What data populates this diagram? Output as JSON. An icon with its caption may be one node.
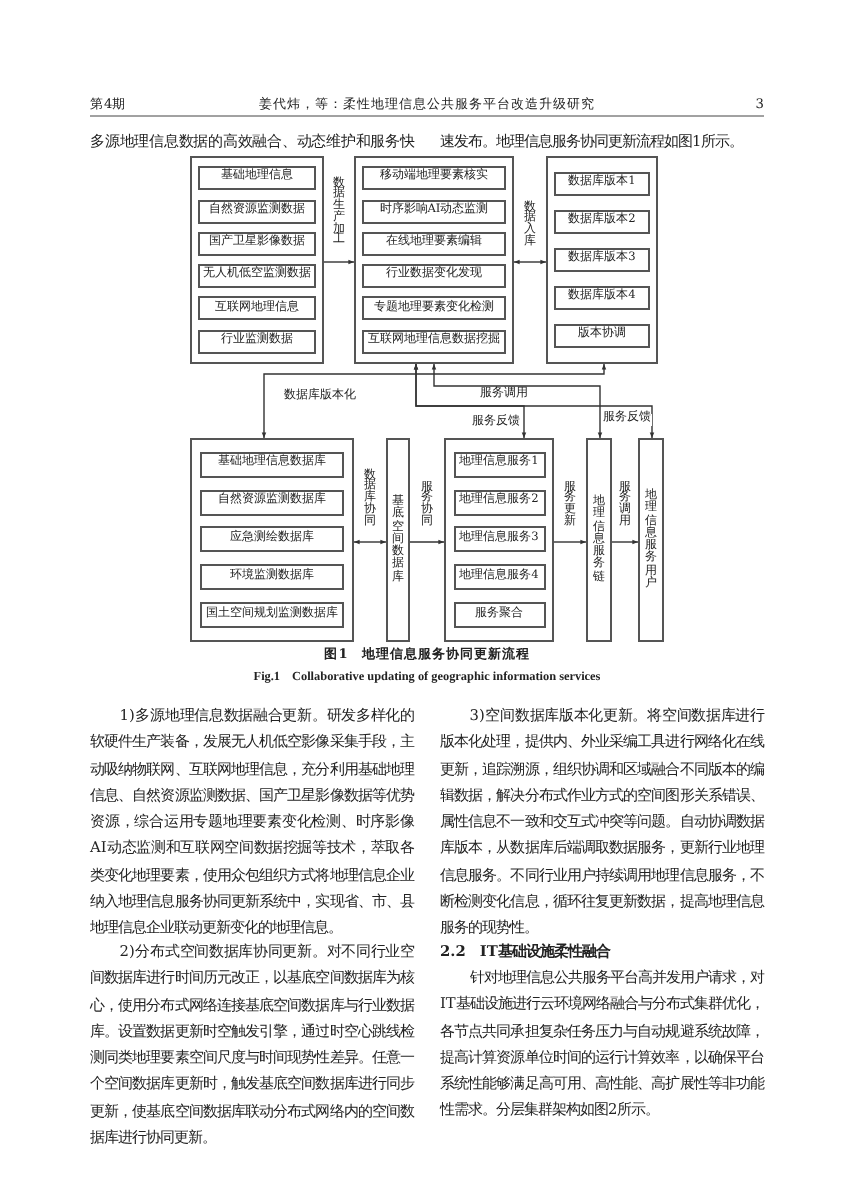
{
  "diagram": {
    "caption": "图1　地理信息服务协同更新流程",
    "nodes": [
      {
        "text": [],
        "shape": "box"
      },
      {
        "text": [
          "基础地理信息"
        ],
        "in": 0
      },
      {
        "text": [
          "自然资源监测数据"
        ],
        "in": 0
      },
      {
        "text": [
          "国产卫星影像数据"
        ],
        "in": 0
      },
      {
        "text": [
          "无人机低空监测数据"
        ],
        "in": 0
      },
      {
        "text": [
          "互联网地理信息"
        ],
        "in": 0
      },
      {
        "text": [
          "行业监测数据"
        ],
        "in": 0
      },
      {
        "text": [],
        "shape": "box"
      },
      {
        "text": [
          "移动端地理要素核实"
        ],
        "in": 7
      },
      {
        "text": [
          "时序影响AI动态监测"
        ],
        "in": 7
      },
      {
        "text": [
          "在线地理要素编辑"
        ],
        "in": 7
      },
      {
        "text": [
          "行业数据变化发现"
        ],
        "in": 7
      },
      {
        "text": [
          "专题地理要素变化检测"
        ],
        "in": 7
      },
      {
        "text": [
          "互联网地理信息数据挖掘"
        ],
        "in": 7
      },
      {
        "text": [],
        "shape": "box"
      },
      {
        "text": [
          "数据库版本1"
        ],
        "in": 14
      },
      {
        "text": [
          "数据库版本2"
        ],
        "in": 14
      },
      {
        "text": [
          "数据库版本3"
        ],
        "in": 14
      },
      {
        "text": [
          "数据库版本4"
        ],
        "in": 14
      },
      {
        "text": [
          "版本协调"
        ],
        "in": 14
      },
      {
        "text": [],
        "shape": "box"
      },
      {
        "text": [
          "基础地理信息数据库"
        ],
        "in": 20
      },
      {
        "text": [
          "自然资源监测数据库"
        ],
        "in": 20
      },
      {
        "text": [
          "应急测绘数据库"
        ],
        "in": 20
      },
      {
        "text": [
          "环境监测数据库"
        ],
        "in": 20
      },
      {
        "text": [
          "国土空间规划监测数据库"
        ],
        "in": 20
      },
      {
        "text": [
          "基底空间数据库"
        ]
      },
      {
        "text": [],
        "shape": "box"
      },
      {
        "text": [
          "地理信息服务1"
        ],
        "in": 27
      },
      {
        "text": [
          "地理信息服务2"
        ],
        "in": 27
      },
      {
        "text": [
          "地理信息服务3"
        ],
        "in": 27
      },
      {
        "text": [
          "地理信息服务4"
        ],
        "in": 27
      },
      {
        "text": [
          "服务聚合"
        ],
        "in": 27
      },
      {
        "text": [
          "地理信息服务链"
        ]
      },
      {
        "text": [
          "地理信息服务用户"
        ]
      }
    ],
    "edges": [
      {
        "from": 0,
        "to": 7,
        "arrow": "to",
        "label": "数据生产加工"
      },
      {
        "from": 7,
        "to": 14,
        "arrow": "both",
        "label": "数据入库"
      },
      {
        "from": 14,
        "to": 20,
        "arrow": "both",
        "label": "数据库版本化"
      },
      {
        "from": 20,
        "to": 26,
        "arrow": "both",
        "label": "数据库协同"
      },
      {
        "from": 26,
        "to": 27,
        "arrow": "to",
        "label": "服务协同"
      },
      {
        "from": 27,
        "to": 33,
        "arrow": "to",
        "label": "服务更新"
      },
      {
        "from": 33,
        "to": 34,
        "arrow": "to",
        "label": "服务调用"
      },
      {
        "from": 33,
        "to": 7,
        "arrow": "both",
        "label": "服务调用"
      },
      {
        "from": 34,
        "to": 7,
        "arrow": "both",
        "label": "服务反馈"
      },
      {
        "from": 27,
        "to": 7,
        "arrow": "both",
        "label": "服务反馈"
      }
    ],
    "labels": [
      "第4期",
      "姜代炜，等：柔性地理信息公共服务平台改造升级研究",
      "3",
      "多源地理信息数据的高效融合、动态维护和服务快",
      "速发布。地理信息服务协同更新流程如图1所示。",
      "Fig.1　Collaborative updating of geographic information services",
      "1)多源地理信息数据融合更新。研发多样化的软硬件生产装备，发展无人机低空影像采集手段，主动吸纳物联网、互联网地理信息，充分利用基础地理信息、自然资源监测数据、国产卫星影像数据等优势资源，综合运用专题地理要素变化检测、时序影像AI动态监测和互联网空间数据挖掘等技术，萃取各类变化地理要素，使用众包组织方式将地理信息企业纳入地理信息服务协同更新系统中，实现省、市、县地理信息企业联动更新变化的地理信息。",
      "2)分布式空间数据库协同更新。对不同行业空间数据库进行时间历元改正，以基底空间数据库为核心，使用分布式网络连接基底空间数据库与行业数据库。设置数据更新时空触发引擎，通过时空心跳线检测同类地理要素空间尺度与时间现势性差异。任意一个空间数据库更新时，触发基底空间数据库进行同步更新，使基底空间数据库联动分布式网络内的空间数据库进行协同更新。",
      "3)空间数据库版本化更新。将空间数据库进行版本化处理，提供内、外业采编工具进行网络化在线更新，追踪溯源，组织协调和区域融合不同版本的编辑数据，解决分布式作业方式的空间图形关系错误、属性信息不一致和交互式冲突等问题。自动协调数据库版本，从数据库后端调取数据服务，更新行业地理信息服务。不同行业用户持续调用地理信息服务，不断检测变化信息，循环往复更新数据，提高地理信息服务的现势性。",
      "2.2　IT基础设施柔性融合",
      "针对地理信息公共服务平台高并发用户请求，对IT基础设施进行云环境网络融合与分布式集群优化，各节点共同承担复杂任务压力与自动规避系统故障，提高计算资源单位时间的运行计算效率，以确保平台系统性能够满足高可用、高性能、高扩展性等非功能性需求。分层集群架构如图2所示。"
    ]
  }
}
